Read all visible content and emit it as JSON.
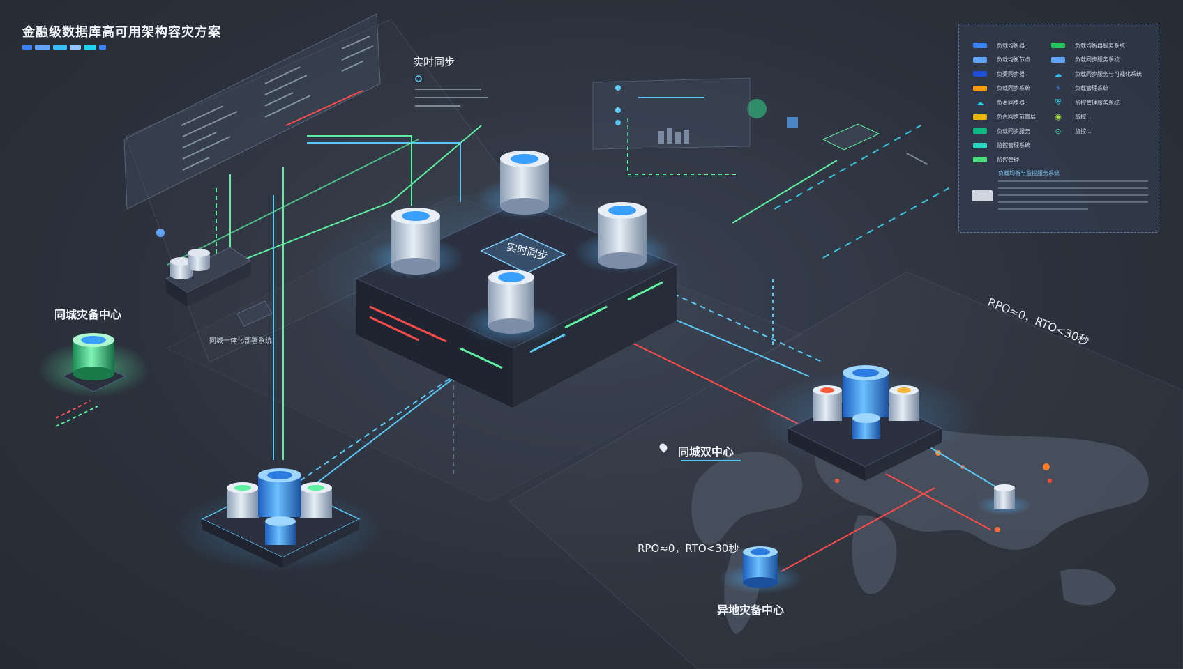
{
  "page": {
    "title": "金融级数据库高可用架构容灾方案",
    "title_bar_colors": [
      "#3b82f6",
      "#60a5fa",
      "#38bdf8",
      "#93c5fd",
      "#22d3ee",
      "#3b82f6"
    ]
  },
  "diagram": {
    "labels": {
      "realtime_sync_top": "实时同步",
      "realtime_sync_center": "实时同步",
      "same_city_backup": "同城灾备中心",
      "same_city_dual": "同城双中心",
      "remote_backup": "异地灾备中心",
      "rpo_rotated": "RPO≈0，RTO<30秒",
      "rpo_flat": "RPO≈0，RTO<30秒",
      "side_note": "同城一体化部署系统"
    },
    "colors": {
      "green_link": "#5ef0a0",
      "blue_link": "#5bc8f5",
      "red_link": "#ff4a4a",
      "cyan_dash": "#39c7e0",
      "node_glow": "#3aa0ff",
      "platform_dark": "#1f2430",
      "platform_edge": "#3a4560"
    }
  },
  "legend": {
    "left_items": [
      {
        "text": "负载均衡器",
        "color": "#3b82f6"
      },
      {
        "text": "负载均衡节点",
        "color": "#60a5fa"
      },
      {
        "text": "负责同步器",
        "color": "#1d4ed8"
      },
      {
        "text": "负载同步系统",
        "color": "#f59e0b"
      },
      {
        "text": "负责同步器",
        "color": "#22d3ee"
      },
      {
        "text": "负责同步前置层",
        "color": "#eab308"
      },
      {
        "text": "负载同步服务",
        "color": "#10b981"
      },
      {
        "text": "监控管理系统",
        "color": "#2dd4bf"
      },
      {
        "text": "监控管理",
        "color": "#4ade80"
      }
    ],
    "right_items": [
      {
        "text": "负载均衡器服务系统",
        "color": "#22c55e"
      },
      {
        "text": "负载同步服务系统",
        "color": "#60a5fa"
      },
      {
        "text": "负载同步服务与可视化系统",
        "color": "#38bdf8"
      },
      {
        "text": "负载管理系统",
        "color": "#3b82f6"
      },
      {
        "text": "监控管理服务系统",
        "color": "#22d3ee"
      },
      {
        "text": "监控…",
        "color": "#a3e635"
      },
      {
        "text": "监控…",
        "color": "#34d399"
      }
    ],
    "subtitle": "负载均衡与监控服务系统"
  }
}
